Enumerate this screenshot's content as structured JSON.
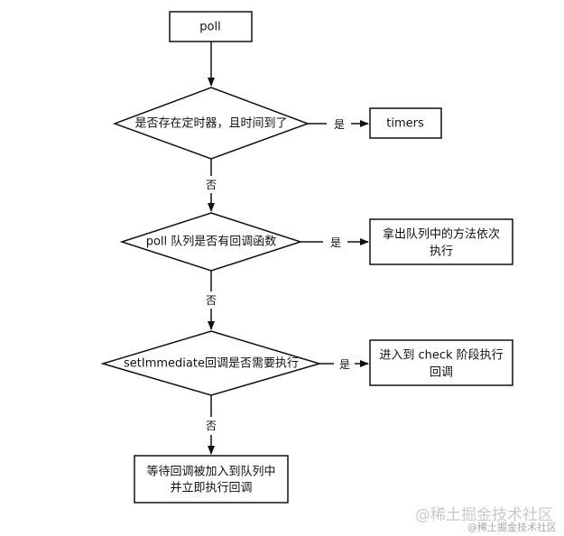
{
  "nodes": {
    "poll": "poll",
    "timers_check": "是否存在定时器，且时间到了",
    "timers": "timers",
    "poll_queue_check": "poll 队列是否有回调函数",
    "execute_queue": [
      "拿出队列中的方法依次",
      "执行"
    ],
    "setimmediate_check": "setImmediate回调是否需要执行",
    "check_phase": [
      "进入到 check 阶段执行",
      "回调"
    ],
    "wait_callback": [
      "等待回调被加入到队列中",
      "并立即执行回调"
    ]
  },
  "edge_labels": {
    "yes_1": "是",
    "yes_2": "是",
    "yes_3": "是",
    "no_1": "否",
    "no_2": "否",
    "no_3": "否"
  },
  "watermark": {
    "main": "@稀土掘金技术社区",
    "sub": "@稀土掘金技术社区"
  }
}
